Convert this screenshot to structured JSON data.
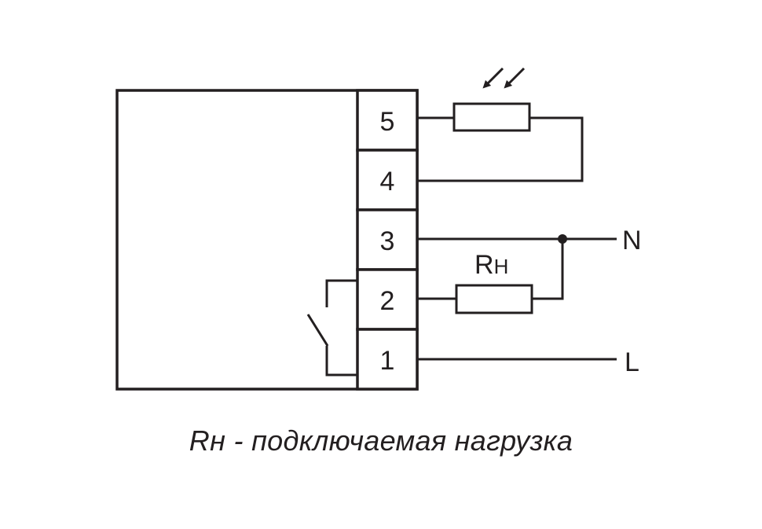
{
  "terminals": [
    "5",
    "4",
    "3",
    "2",
    "1"
  ],
  "lines": {
    "neutral": "N",
    "live": "L"
  },
  "load_resistor": {
    "symbol": "R",
    "subscript": "H"
  },
  "caption": "Rн - подключаемая нагрузка",
  "colors": {
    "ink": "#231f20",
    "background": "#ffffff"
  },
  "icons": [
    "photoresistor-light-arrows-icon",
    "resistor-icon",
    "relay-contact-icon",
    "junction-dot-icon"
  ]
}
